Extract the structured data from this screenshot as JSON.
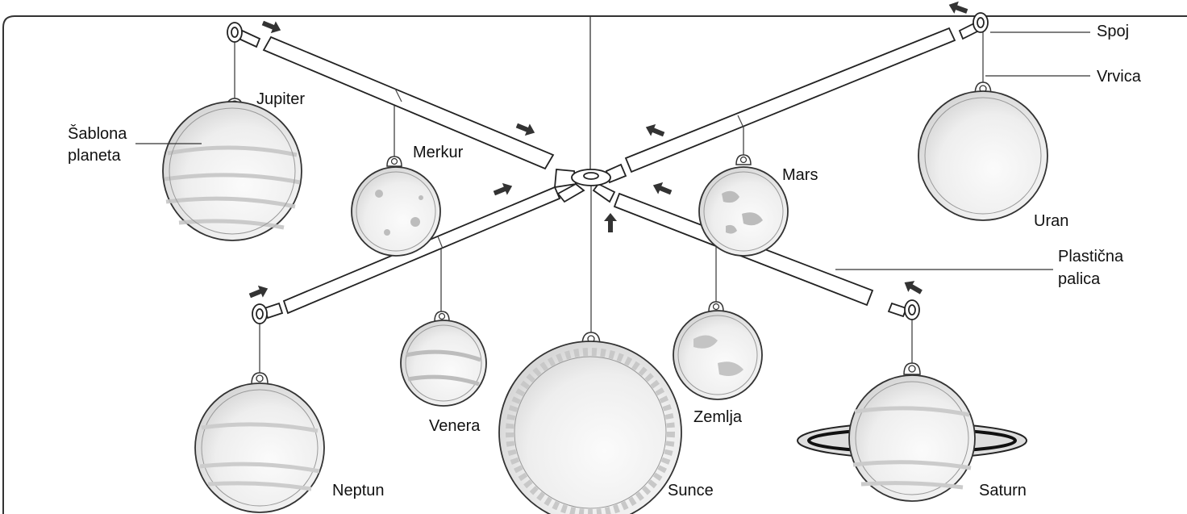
{
  "labels": {
    "spoj": "Spoj",
    "vrvica": "Vrvica",
    "sablona_line1": "Šablona",
    "sablona_line2": "planeta",
    "plasticna_line1": "Plastična",
    "plasticna_line2": "palica"
  },
  "planets": {
    "jupiter": "Jupiter",
    "merkur": "Merkur",
    "mars": "Mars",
    "uran": "Uran",
    "venera": "Venera",
    "zemlja": "Zemlja",
    "neptun": "Neptun",
    "sunce": "Sunce",
    "saturn": "Saturn"
  },
  "colors": {
    "line": "#222222",
    "arrow": "#333333",
    "planet_fill": "#f4f4f4",
    "planet_pattern": "#c9c9c9"
  }
}
